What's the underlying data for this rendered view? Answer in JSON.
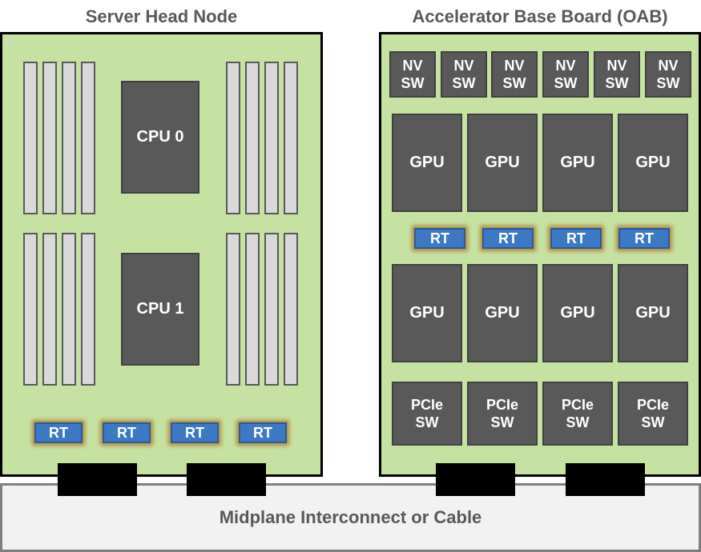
{
  "head_node": {
    "title": "Server Head Node",
    "cpus": [
      "CPU 0",
      "CPU 1"
    ],
    "rt_labels": [
      "RT",
      "RT",
      "RT",
      "RT"
    ]
  },
  "oab": {
    "title": "Accelerator Base Board (OAB)",
    "nvswitches": [
      "NV\nSW",
      "NV\nSW",
      "NV\nSW",
      "NV\nSW",
      "NV\nSW",
      "NV\nSW"
    ],
    "gpus_top": [
      "GPU",
      "GPU",
      "GPU",
      "GPU"
    ],
    "rt_labels": [
      "RT",
      "RT",
      "RT",
      "RT"
    ],
    "gpus_bottom": [
      "GPU",
      "GPU",
      "GPU",
      "GPU"
    ],
    "pcie_switches": [
      "PCIe\nSW",
      "PCIe\nSW",
      "PCIe\nSW",
      "PCIe\nSW"
    ]
  },
  "midplane": {
    "label": "Midplane Interconnect or Cable"
  },
  "colors": {
    "board": "#c6e2a3",
    "chip": "#595959",
    "dimm": "#d9d9d9",
    "retimer": "#3d78c4",
    "connector": "#000000",
    "midplane": "#f2f2f2"
  }
}
